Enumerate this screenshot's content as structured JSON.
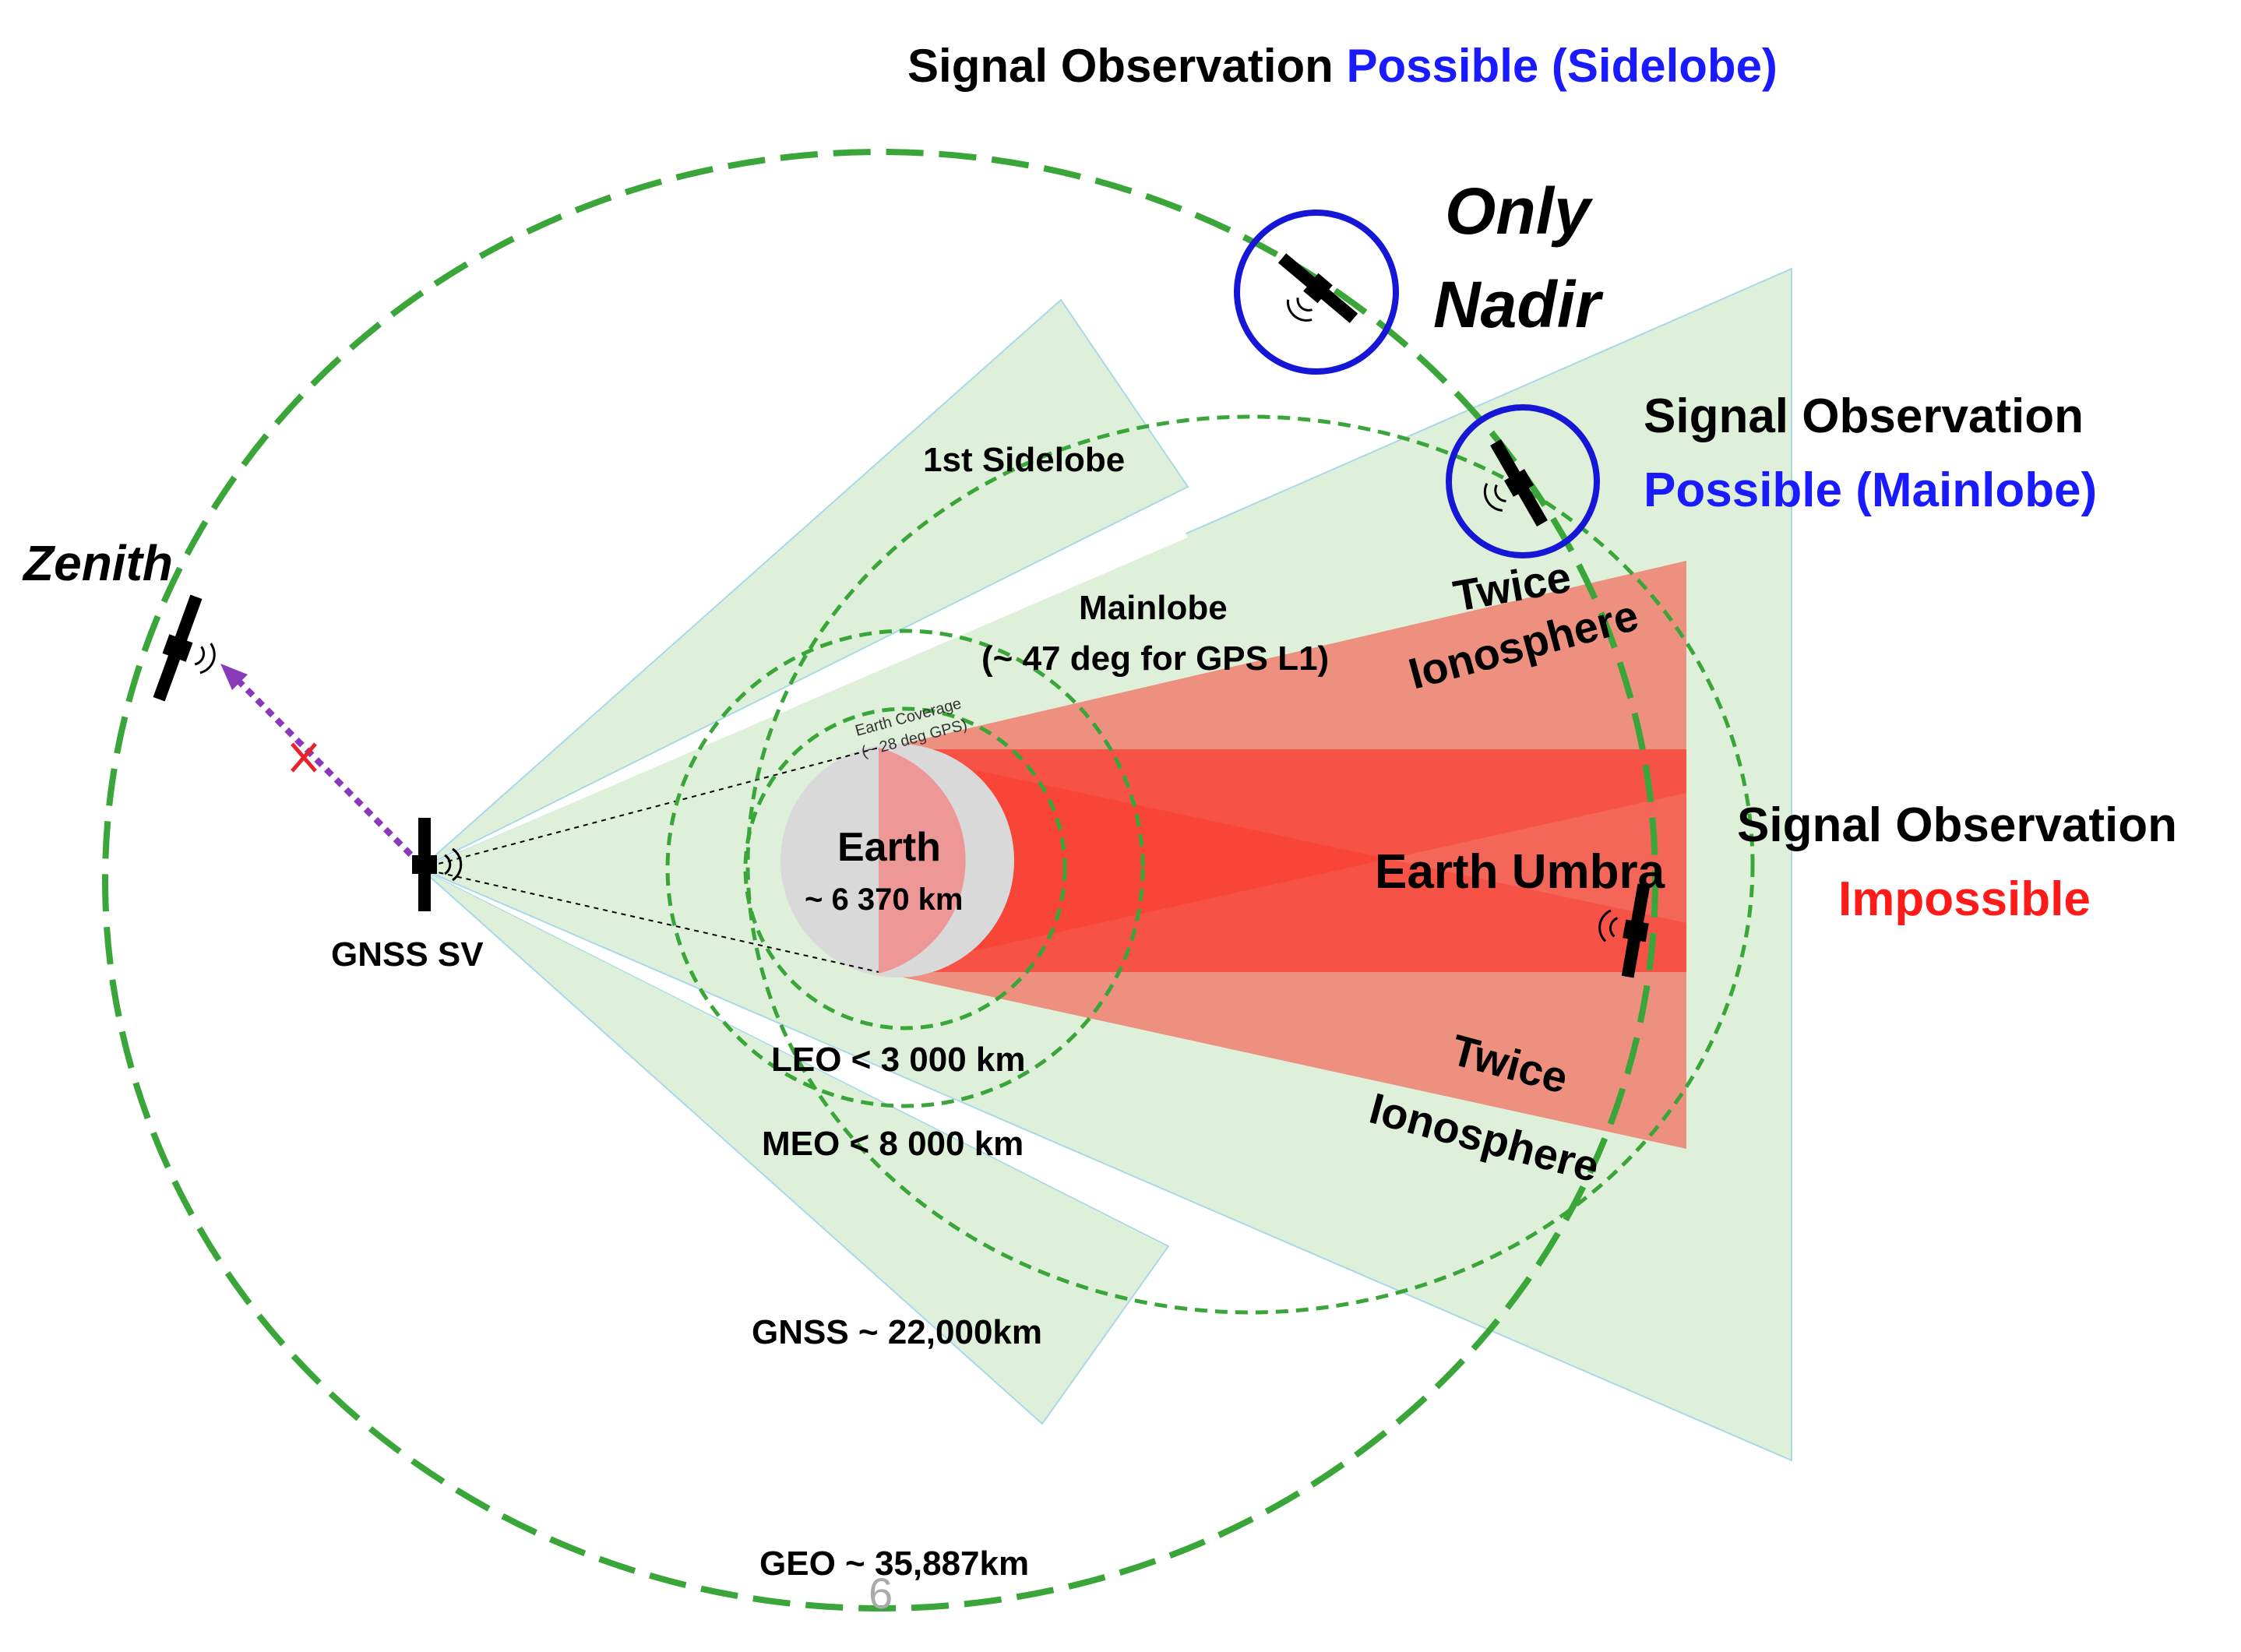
{
  "colors": {
    "orbit_green": "#3aa63a",
    "lobe_green": "#dff0da",
    "lobe_edge": "#a9d8ea",
    "umbra_red": "#ff1a10",
    "earth_gray": "#d9d9d9",
    "possible_blue": "#1a1aff",
    "impossible_red": "#ff1a1a",
    "circle_blue": "#1616d6",
    "zenith_arrow_purple": "#8a3ab9",
    "cross_red": "#e8222a"
  },
  "icons": [
    "satellite-icon",
    "signal-waves-icon",
    "cross-icon",
    "arrow-icon"
  ],
  "header": {
    "prefix": "Signal Observation ",
    "status": "Possible (Sidelobe)"
  },
  "labels": {
    "only": "Only",
    "nadir": "Nadir",
    "obs_main_line1": "Signal Observation",
    "obs_main_line2": "Possible (Mainlobe)",
    "obs_imp_line1": "Signal Observation",
    "obs_imp_line2": "Impossible",
    "zenith": "Zenith",
    "gnss_sv": "GNSS SV",
    "first_sidelobe": "1st Sidelobe",
    "mainlobe_line1": "Mainlobe",
    "mainlobe_line2": "(~ 47 deg for GPS L1)",
    "earth_cov_line1": "Earth Coverage",
    "earth_cov_line2": "(~ 28 deg GPS)",
    "earth": "Earth",
    "earth_radius": "~ 6 370 km",
    "earth_umbra": "Earth Umbra",
    "twice": "Twice",
    "ionosphere": "Ionosphere",
    "leo": "LEO < 3 000 km",
    "meo": "MEO < 8 000 km",
    "gnss_orbit": "GNSS ~ 22,000km",
    "geo": "GEO ~ 35,887km",
    "page_number": "6"
  }
}
